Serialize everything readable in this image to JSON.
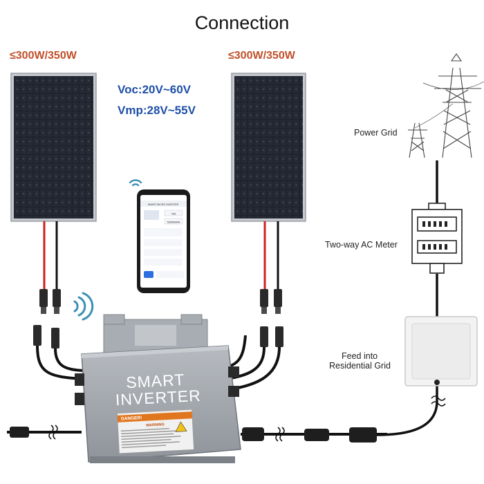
{
  "title": "Connection",
  "panels": {
    "left_power": "≤300W/350W",
    "right_power": "≤300W/350W"
  },
  "voltage": {
    "voc": "Voc:20V~60V",
    "vmp": "Vmp:28V~55V"
  },
  "labels": {
    "power_grid": "Power Grid",
    "meter": "Two-way AC Meter",
    "feed_line1": "Feed into",
    "feed_line2": "Residential Grid"
  },
  "inverter": {
    "line1": "SMART",
    "line2": "INVERTER",
    "warning_title": "DANGER!",
    "warning_sub": "WARNING"
  },
  "app": {
    "header": "SMART MICRO INVERTER",
    "value1": "700",
    "value2": "52000kWH"
  },
  "colors": {
    "title": "#111111",
    "power_label": "#c0502a",
    "voltage_label": "#1f4fa8",
    "cable": "#111111",
    "positive_wire": "#cc2222",
    "panel_frame": "#b9bcc2",
    "panel_cell": "#1c1f28",
    "inverter_body": "#9ea3a9",
    "warning_orange": "#e0771f",
    "phone_accent": "#2b6fe0"
  },
  "icons": [
    "wifi-signal-icon",
    "transmission-tower-icon",
    "break-symbol-icon"
  ]
}
